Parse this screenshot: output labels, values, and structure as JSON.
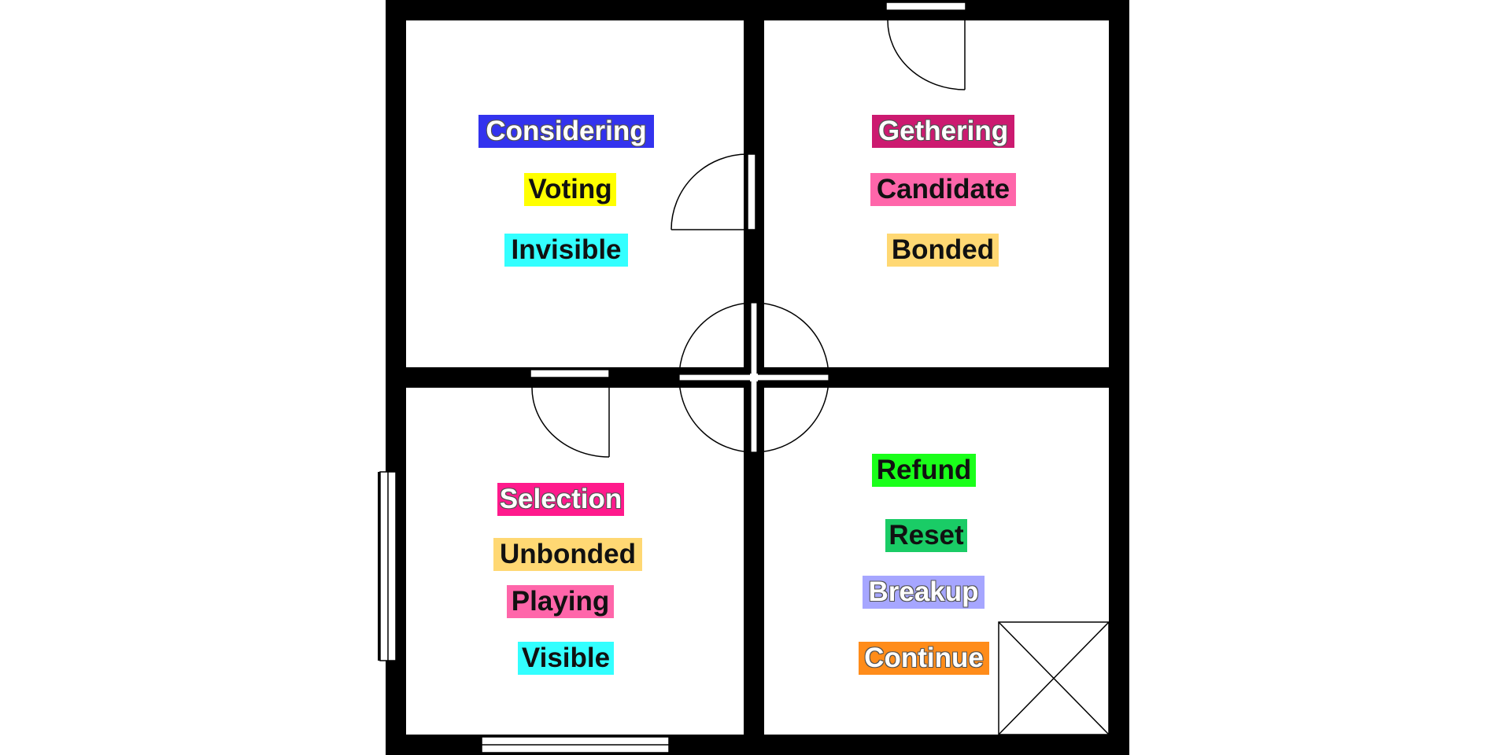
{
  "rooms": {
    "top_left": {
      "labels": [
        {
          "text": "Considering",
          "bg": "#3333ee",
          "fg": "light"
        },
        {
          "text": "Voting",
          "bg": "#ffff00",
          "fg": "dark"
        },
        {
          "text": "Invisible",
          "bg": "#33ffff",
          "fg": "dark"
        }
      ]
    },
    "top_right": {
      "labels": [
        {
          "text": "Gethering",
          "bg": "#cc1a70",
          "fg": "light"
        },
        {
          "text": "Candidate",
          "bg": "#ff66aa",
          "fg": "dark"
        },
        {
          "text": "Bonded",
          "bg": "#ffd873",
          "fg": "dark"
        }
      ]
    },
    "bottom_left": {
      "labels": [
        {
          "text": "Selection",
          "bg": "#ff1a8c",
          "fg": "light"
        },
        {
          "text": "Unbonded",
          "bg": "#ffd873",
          "fg": "dark"
        },
        {
          "text": "Playing",
          "bg": "#ff66aa",
          "fg": "dark"
        },
        {
          "text": "Visible",
          "bg": "#33ffff",
          "fg": "dark"
        }
      ]
    },
    "bottom_right": {
      "labels": [
        {
          "text": "Refund",
          "bg": "#1aff1a",
          "fg": "dark"
        },
        {
          "text": "Reset",
          "bg": "#1acc66",
          "fg": "dark"
        },
        {
          "text": "Breakup",
          "bg": "#a6a6ff",
          "fg": "light"
        },
        {
          "text": "Continue",
          "bg": "#ff8c1a",
          "fg": "light"
        }
      ]
    }
  }
}
